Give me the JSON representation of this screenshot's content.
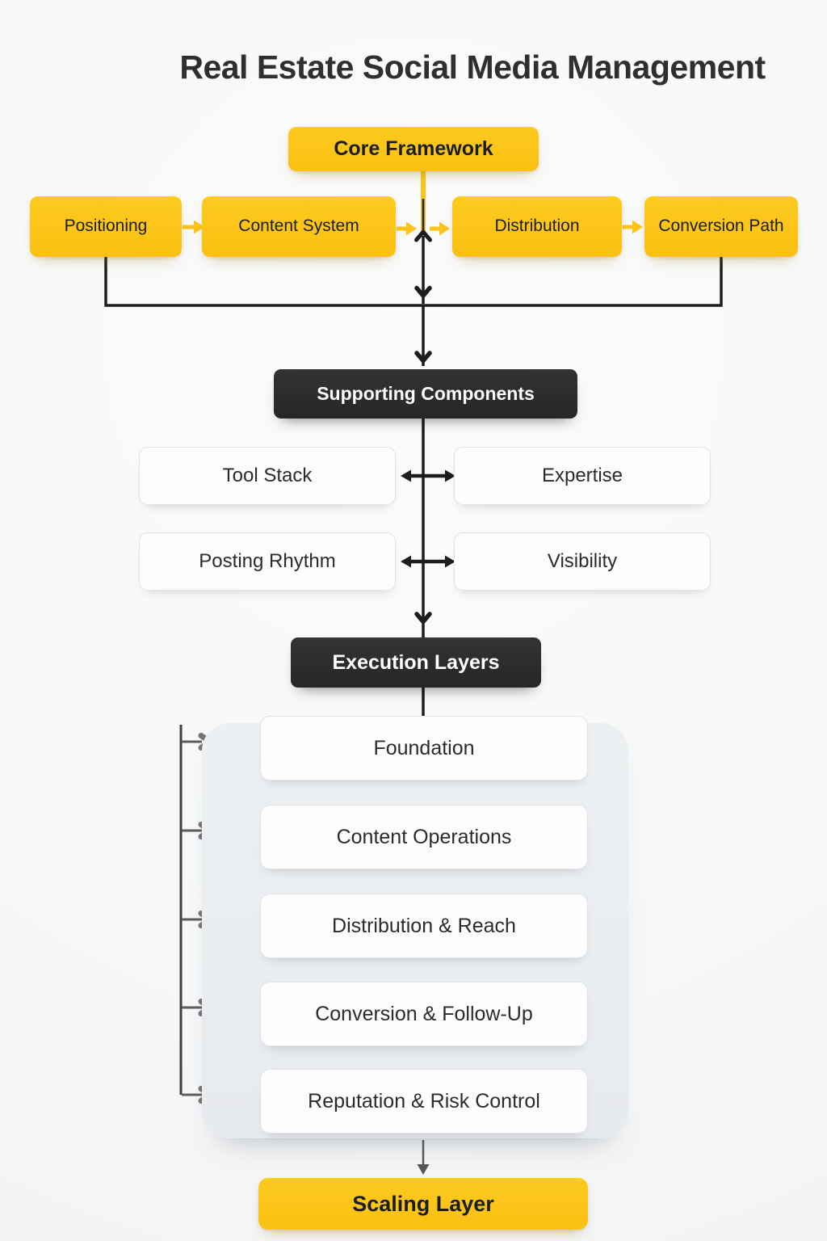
{
  "title": "Real Estate Social Media Management",
  "colors": {
    "accent_yellow": "#FCC419",
    "dark_node": "#2B2B2B",
    "line_dark": "#1D1D1F",
    "line_gray": "#6E6E6E",
    "panel_gray": "#E9EDF1"
  },
  "core_framework": {
    "label": "Core Framework"
  },
  "framework_row": {
    "positioning": "Positioning",
    "content_system": "Content System",
    "distribution": "Distribution",
    "conversion_path": "Conversion Path"
  },
  "supporting": {
    "header": "Supporting Components",
    "tool_stack": "Tool Stack",
    "expertise": "Expertise",
    "posting_rhythm": "Posting Rhythm",
    "visibility": "Visibility"
  },
  "execution": {
    "header": "Execution Layers",
    "layers": [
      "Foundation",
      "Content Operations",
      "Distribution & Reach",
      "Conversion & Follow-Up",
      "Reputation & Risk Control"
    ]
  },
  "scaling": {
    "label": "Scaling Layer"
  }
}
